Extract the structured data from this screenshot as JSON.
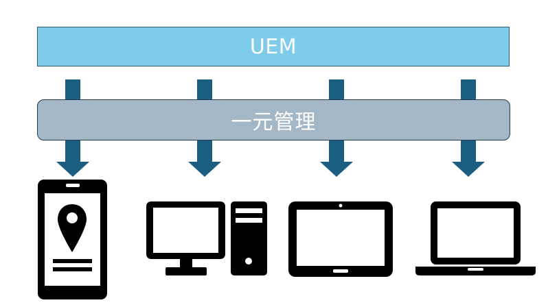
{
  "diagram": {
    "top_bar_label": "UEM",
    "middle_bar_label": "一元管理",
    "colors": {
      "top_bar_fill": "#7ecbea",
      "top_bar_border": "#2e5c78",
      "middle_bar_fill": "#a4b7c6",
      "middle_bar_border": "#1e3a4c",
      "arrow": "#1a5e82",
      "device": "#000000"
    },
    "devices": [
      {
        "kind": "smartphone",
        "icon": "smartphone-location-icon"
      },
      {
        "kind": "desktop-pc",
        "icon": "desktop-tower-icon"
      },
      {
        "kind": "tablet",
        "icon": "tablet-icon"
      },
      {
        "kind": "laptop",
        "icon": "laptop-icon"
      }
    ]
  }
}
